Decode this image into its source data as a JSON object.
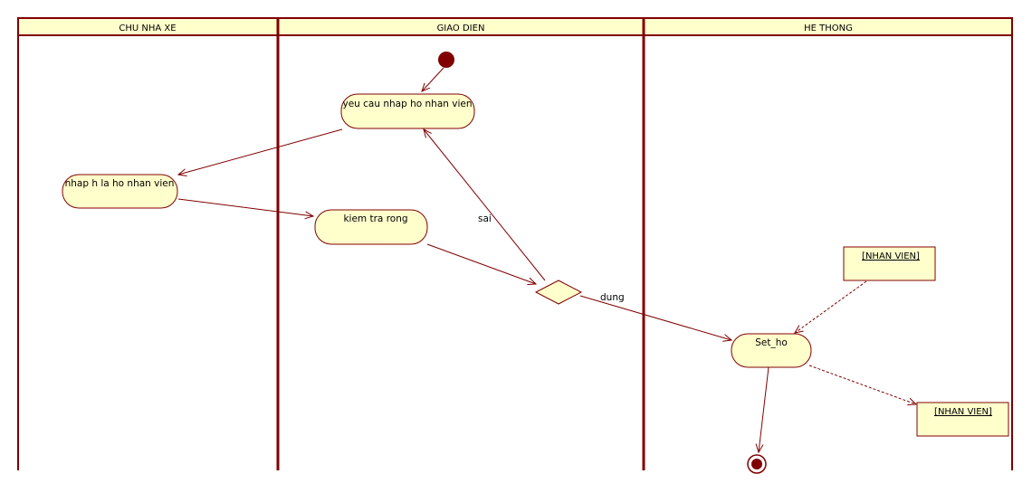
{
  "lanes": [
    {
      "title": "CHU NHA XE"
    },
    {
      "title": "GIAO DIEN"
    },
    {
      "title": "HE THONG"
    }
  ],
  "activities": {
    "yeu_cau": "yeu cau nhap ho nhan vien",
    "nhap_ho": "nhap h la ho nhan vien",
    "kiem_tra": "kiem tra rong",
    "set_ho": "Set_ho"
  },
  "edge_labels": {
    "sai": "sai",
    "dung": "dung"
  },
  "objects": {
    "nhan_vien_in": "[NHAN VIEN]",
    "nhan_vien_out": "[NHAN VIEN]"
  },
  "colors": {
    "lane_border": "#800000",
    "lane_header_fill": "#ffffcc",
    "node_fill": "#ffffcc",
    "node_stroke": "#800000",
    "edge": "#800000",
    "start_fill": "#800000"
  }
}
